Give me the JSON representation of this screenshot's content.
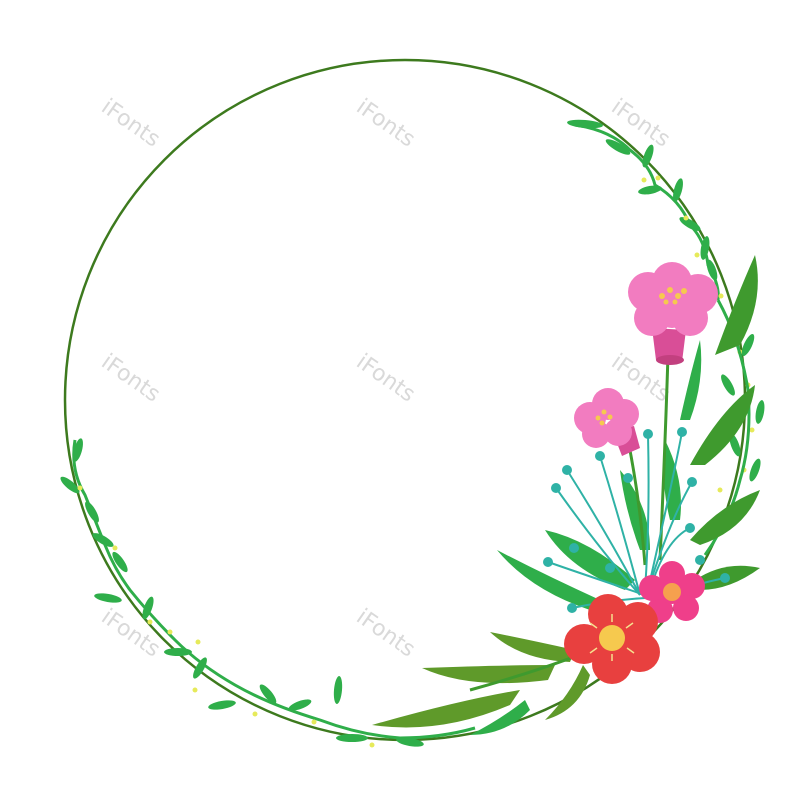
{
  "watermark": {
    "text": "iFonts",
    "color": "#d9d9d9"
  },
  "colors": {
    "ring": "#3d7a1e",
    "vine": "#2fae4a",
    "leaf_dark": "#3f9a2e",
    "leaf_bright": "#2fae4a",
    "leaf_olive": "#5f9a2a",
    "teal_bud": "#2fb2a6",
    "pink_petal": "#f27cc0",
    "pink_throat": "#d94e97",
    "magenta_petal": "#ef3f8a",
    "red_petal": "#e8403f",
    "flower_center": "#f6c94e",
    "dots": "#e6ea5a"
  },
  "elements": {
    "frame": "circle-vine-frame",
    "flowers": [
      "pink-trumpet-flower-large",
      "pink-trumpet-flower-small",
      "magenta-flower",
      "red-flower"
    ]
  }
}
